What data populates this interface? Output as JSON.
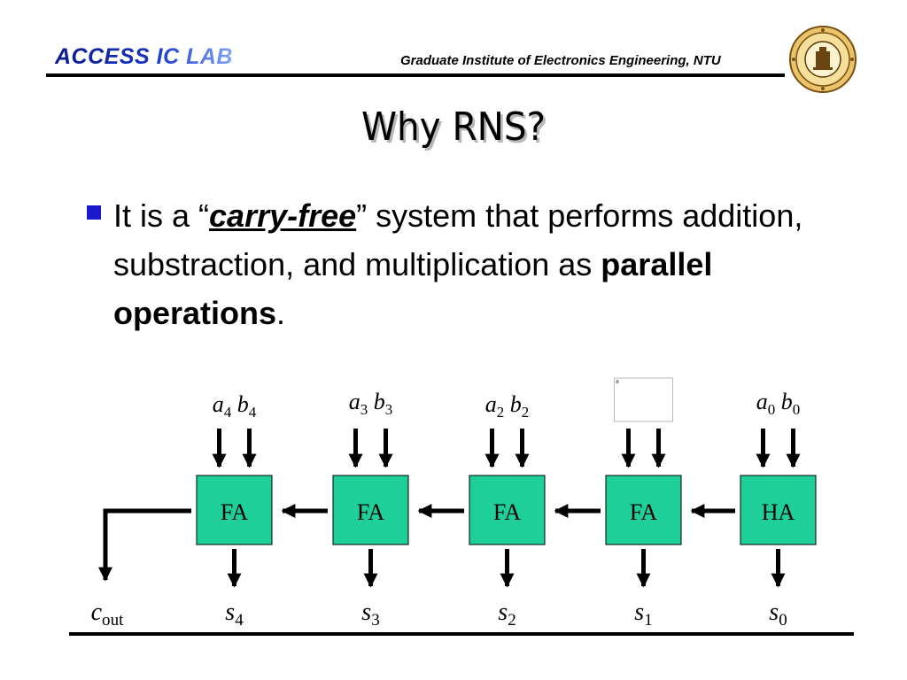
{
  "header": {
    "brand": "ACCESS IC LAB",
    "institute": "Graduate Institute of Electronics Engineering, NTU",
    "logo_icon": "university-seal-icon"
  },
  "slide": {
    "title": "Why RNS?",
    "bullet": {
      "pre": "It is a “",
      "emph": "carry-free",
      "mid": "” system that performs addition, substraction, and multiplication as ",
      "bold": "parallel operations",
      "post": "."
    }
  },
  "diagram": {
    "stages": [
      {
        "label": "FA",
        "a": "a",
        "a_sub": "4",
        "b": "b",
        "b_sub": "4",
        "s": "s",
        "s_sub": "4"
      },
      {
        "label": "FA",
        "a": "a",
        "a_sub": "3",
        "b": "b",
        "b_sub": "3",
        "s": "s",
        "s_sub": "3"
      },
      {
        "label": "FA",
        "a": "a",
        "a_sub": "2",
        "b": "b",
        "b_sub": "2",
        "s": "s",
        "s_sub": "2"
      },
      {
        "label": "FA",
        "a": "",
        "a_sub": "",
        "b": "",
        "b_sub": "",
        "s": "s",
        "s_sub": "1"
      },
      {
        "label": "HA",
        "a": "a",
        "a_sub": "0",
        "b": "b",
        "b_sub": "0",
        "s": "s",
        "s_sub": "0"
      }
    ],
    "carry_out": {
      "c": "c",
      "sub": "out"
    },
    "box_color": "#1fcf9a"
  }
}
